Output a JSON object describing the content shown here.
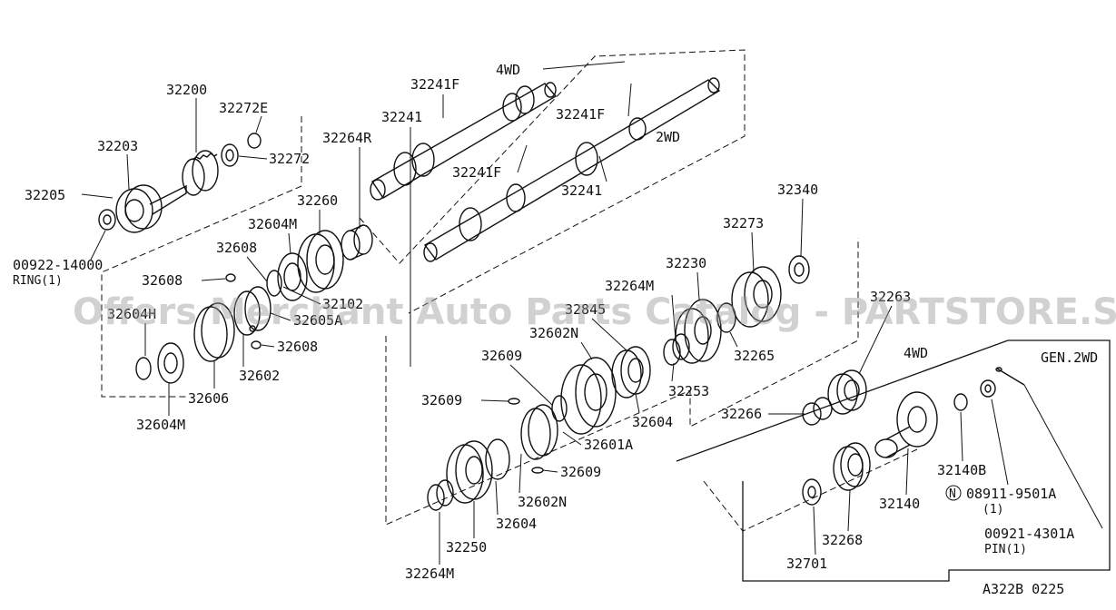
{
  "watermark": "Offers Merchant Auto Parts Catalog - PARTSTORE.SA",
  "variants": {
    "four_wd_top": "4WD",
    "two_wd": "2WD",
    "four_wd_box": "4WD",
    "gen_2wd": "GEN.2WD"
  },
  "labels": {
    "p32200": "32200",
    "p32203": "32203",
    "p32205": "32205",
    "p32272E": "32272E",
    "p32272": "32272",
    "p00922": "00922-14000",
    "p00922_note": "RING(1)",
    "p32264R": "32264R",
    "p32260": "32260",
    "p32604M_a": "32604M",
    "p32608_a": "32608",
    "p32608_b": "32608",
    "p32608_c": "32608",
    "p32102": "32102",
    "p32605A": "32605A",
    "p32604H": "32604H",
    "p32602_a": "32602",
    "p32606": "32606",
    "p32604M_b": "32604M",
    "p32241F_a": "32241F",
    "p32241_a": "32241",
    "p32241F_b": "32241F",
    "p32241F_c": "32241F",
    "p32241_b": "32241",
    "p32340": "32340",
    "p32273": "32273",
    "p32230": "32230",
    "p32264M_a": "32264M",
    "p32845": "32845",
    "p32602N_a": "32602N",
    "p32609_a": "32609",
    "p32609_b": "32609",
    "p32609_c": "32609",
    "p32265": "32265",
    "p32253": "32253",
    "p32604_a": "32604",
    "p32601A": "32601A",
    "p32602N_b": "32602N",
    "p32604_b": "32604",
    "p32250": "32250",
    "p32264M_b": "32264M",
    "p32263": "32263",
    "p32266": "32266",
    "p32140B": "32140B",
    "p32140": "32140",
    "p08911": "08911-9501A",
    "p08911_mark": "N",
    "p08911_note": "(1)",
    "p32268": "32268",
    "p32701": "32701",
    "p00921": "00921-4301A",
    "p00921_note": "PIN(1)"
  },
  "diagram_code": "A322B 0225"
}
